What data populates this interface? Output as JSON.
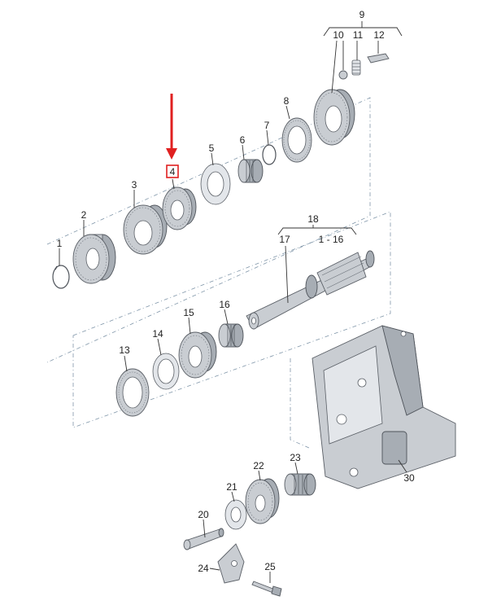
{
  "callouts": {
    "c1": "1",
    "c2": "2",
    "c3": "3",
    "c4": "4",
    "c5": "5",
    "c6": "6",
    "c7": "7",
    "c8": "8",
    "c9": "9",
    "c10": "10",
    "c11": "11",
    "c12": "12",
    "c13": "13",
    "c14": "14",
    "c15": "15",
    "c16": "16",
    "c17": "17",
    "c18": "18",
    "c18_range": "1 - 16",
    "c20": "20",
    "c21": "21",
    "c22": "22",
    "c23": "23",
    "c24": "24",
    "c25": "25",
    "c30": "30"
  },
  "colors": {
    "highlight": "#e02020",
    "part_fill": "#c9cdd2",
    "outline": "#5a5f66",
    "frame": "#7f95a8"
  },
  "icons": {
    "pointer": "red-down-arrow"
  }
}
